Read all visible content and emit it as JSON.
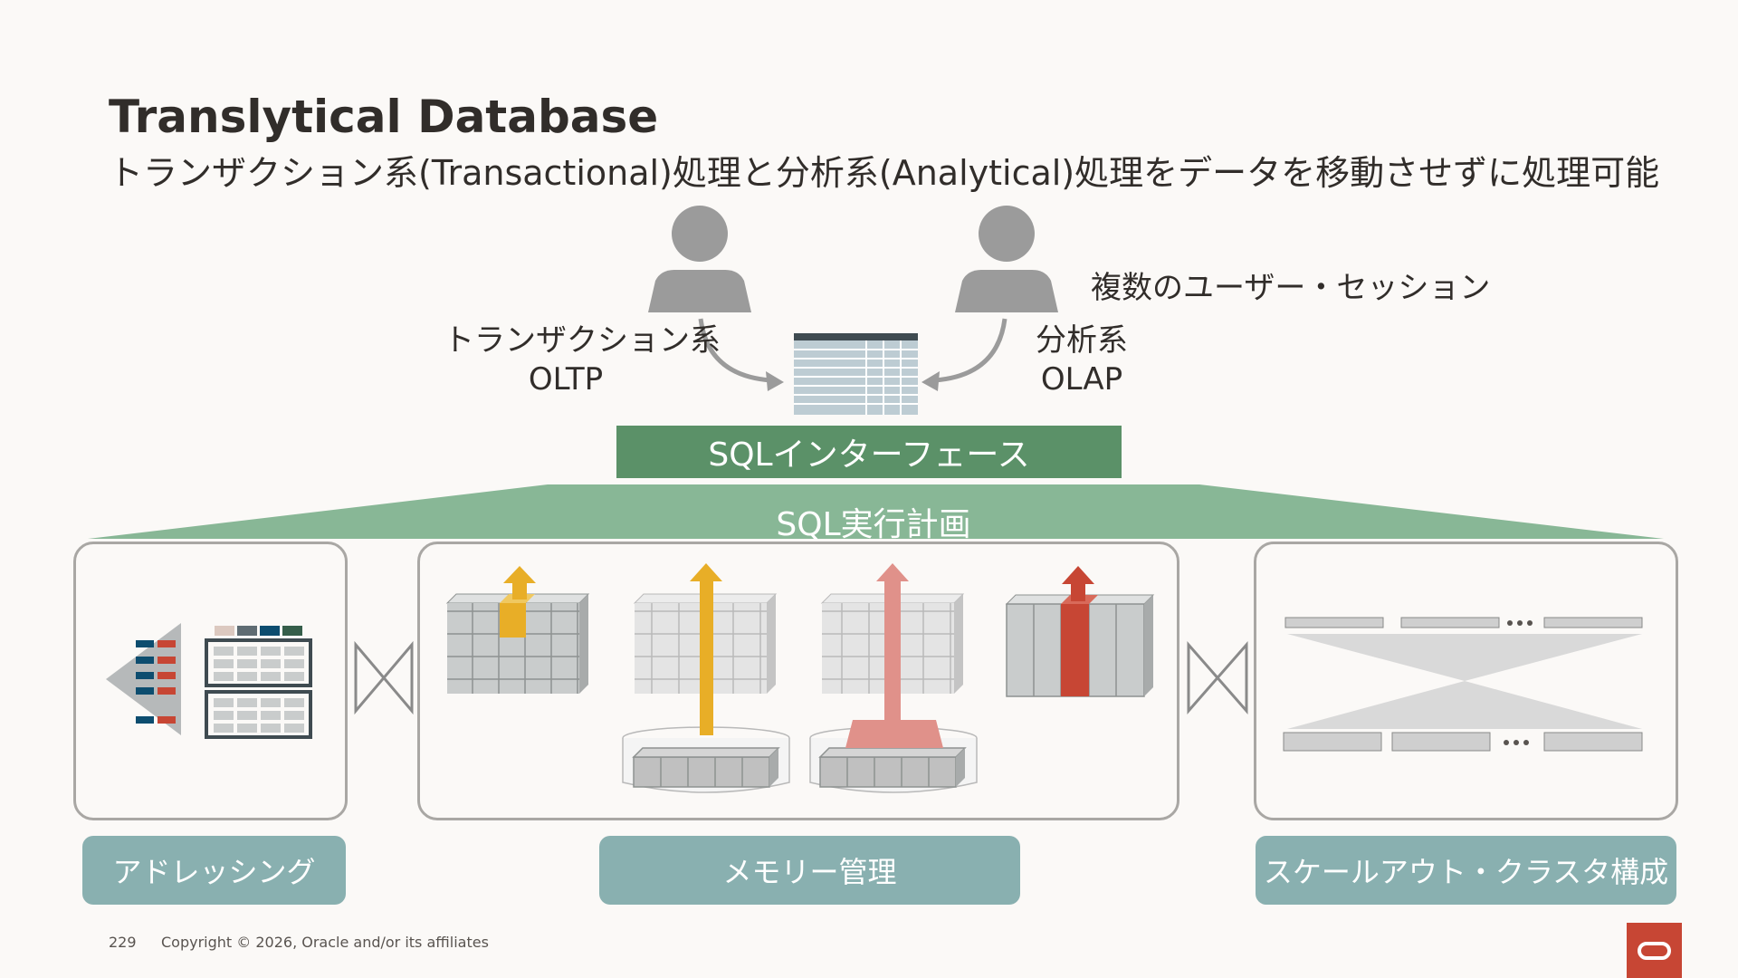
{
  "slide": {
    "title": "Translytical Database",
    "subtitle": "トランザクション系(Transactional)処理と分析系(Analytical)処理をデータを移動させずに処理可能"
  },
  "users": {
    "sessions_label": "複数のユーザー・セッション",
    "oltp_line1": "トランザクション系",
    "oltp_line2": "OLTP",
    "olap_line1": "分析系",
    "olap_line2": "OLAP"
  },
  "layers": {
    "sql_interface": "SQLインターフェース",
    "sql_plan": "SQL実行計画"
  },
  "captions": {
    "addressing": "アドレッシング",
    "memory": "メモリー管理",
    "scaleout": "スケールアウト・クラスタ構成"
  },
  "footer": {
    "page_number": "229",
    "copyright": "Copyright © 2026, Oracle and/or its affiliates"
  },
  "colors": {
    "sql_interface": "#5b9168",
    "sql_plan": "#88b796",
    "caption": "#89b0b0",
    "accent_yellow": "#e8ae27",
    "accent_pink": "#e0918a",
    "accent_red": "#c74634",
    "oracle_logo": "#c74634"
  },
  "icons": {
    "user": "person-icon",
    "table": "table-icon",
    "logo": "oracle-logo"
  }
}
